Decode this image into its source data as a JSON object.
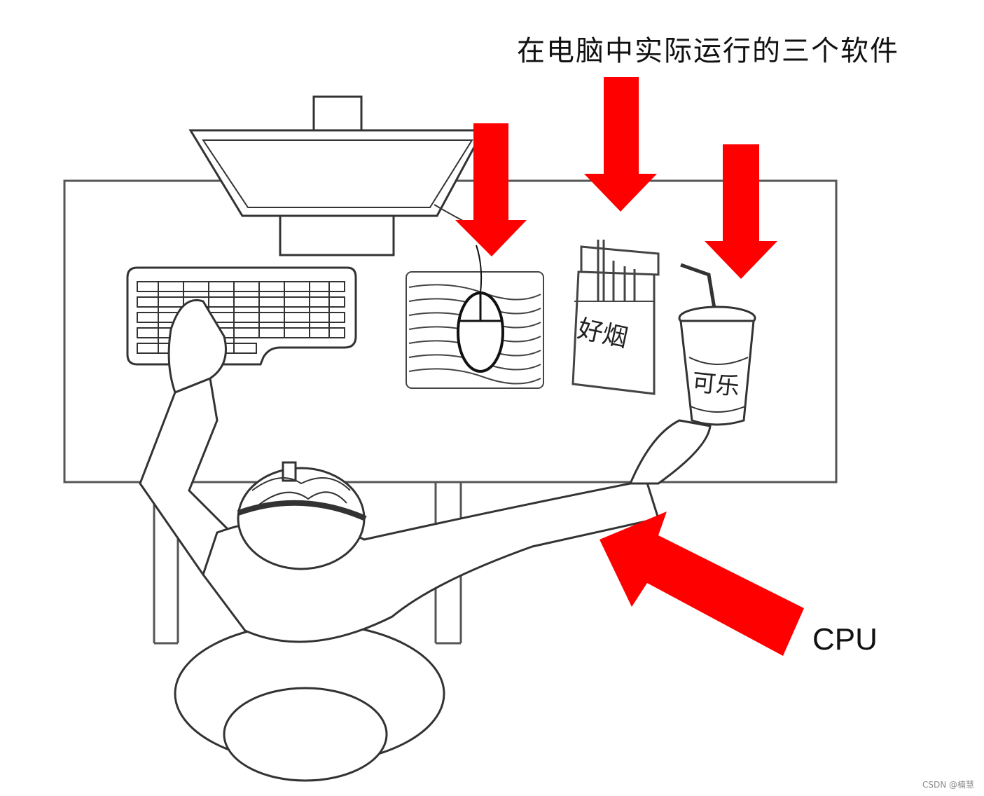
{
  "caption": {
    "software": "在电脑中实际运行的三个软件",
    "cpu": "CPU"
  },
  "items": {
    "cigarettes_label": "好烟",
    "cola_label": "可乐"
  },
  "watermark": "CSDN @楠慧",
  "colors": {
    "arrow": "#ff0000",
    "ink": "#222222"
  },
  "icons": [
    "monitor-icon",
    "keyboard-icon",
    "mouse-icon",
    "cigarette-pack-icon",
    "cola-cup-icon",
    "person-icon",
    "arrow-down-icon",
    "arrow-diagonal-icon"
  ]
}
